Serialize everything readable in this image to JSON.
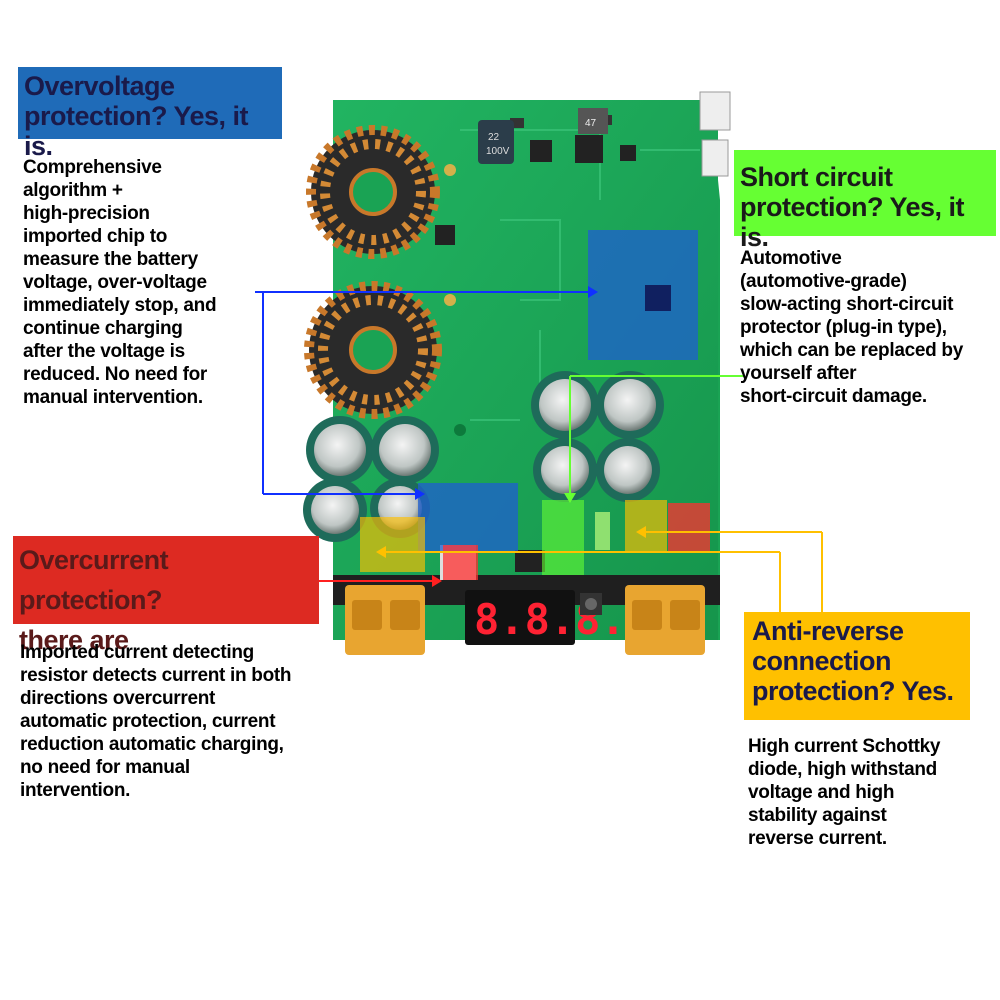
{
  "colors": {
    "overvoltage": "#1f6bb8",
    "short_circuit": "#66ff33",
    "overcurrent": "#dd2a22",
    "anti_reverse": "#ffc000",
    "board": "#1aa354"
  },
  "overvoltage": {
    "title_lines": [
      "Overvoltage",
      "protection? Yes, it is."
    ],
    "desc_lines": [
      "Comprehensive",
      "algorithm +",
      "high-precision",
      "imported chip to",
      "measure the battery",
      "voltage, over-voltage",
      "immediately stop, and",
      "continue charging",
      "after the voltage is",
      "reduced. No need for",
      "manual intervention."
    ]
  },
  "short_circuit": {
    "title_lines": [
      "Short circuit",
      "protection? Yes, it is."
    ],
    "desc_lines": [
      "Automotive",
      "(automotive-grade)",
      "slow-acting short-circuit",
      "protector (plug-in type),",
      "which can be replaced by",
      "yourself after",
      "short-circuit damage."
    ]
  },
  "overcurrent": {
    "title_lines": [
      "Overcurrent protection?",
      "there are"
    ],
    "desc_lines": [
      "Imported current detecting",
      "resistor detects current in both",
      "directions overcurrent",
      "automatic protection, current",
      "reduction automatic charging,",
      "no need for manual",
      "intervention."
    ]
  },
  "anti_reverse": {
    "title_lines": [
      "Anti-reverse",
      "connection",
      "protection? Yes."
    ],
    "desc_lines": [
      "High current Schottky",
      "diode, high withstand",
      "voltage and high",
      "stability against",
      "reverse current."
    ]
  },
  "board": {
    "cap_labels": [
      "22",
      "100V"
    ],
    "inductor_label": "47",
    "display_digits": "8.8.8."
  }
}
